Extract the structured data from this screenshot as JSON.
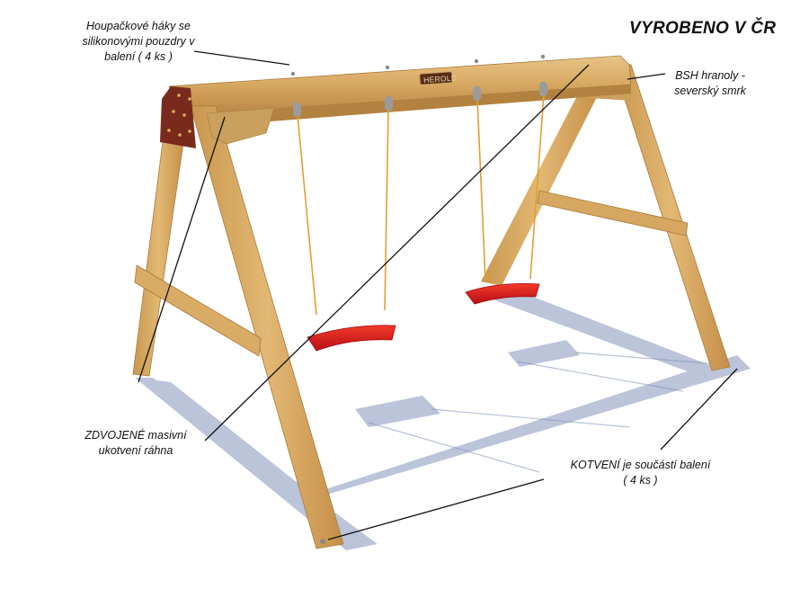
{
  "header": {
    "title": "VYROBENO V ČR"
  },
  "brand_plate": {
    "text": "HEROLD"
  },
  "annotations": {
    "hooks": {
      "line1": "Houpačkové háky se",
      "line2": "silikonovými pouzdry v",
      "line3": "balení ( 4 ks )"
    },
    "timber": {
      "line1": "BSH hranoly -",
      "line2": "severský smrk"
    },
    "anchoring": {
      "line1": "ZDVOJENÉ masivní",
      "line2": "ukotvení ráhna"
    },
    "ground_anchors": {
      "line1": "KOTVENÍ je součástí balení",
      "line2": "( 4 ks )"
    }
  },
  "colors": {
    "wood": "#dcb06a",
    "wood_dark": "#b98a45",
    "bracket": "#7a2a1c",
    "seat": "#e8141b",
    "rope": "#e0a030",
    "shadow": "#9aa8c4"
  }
}
